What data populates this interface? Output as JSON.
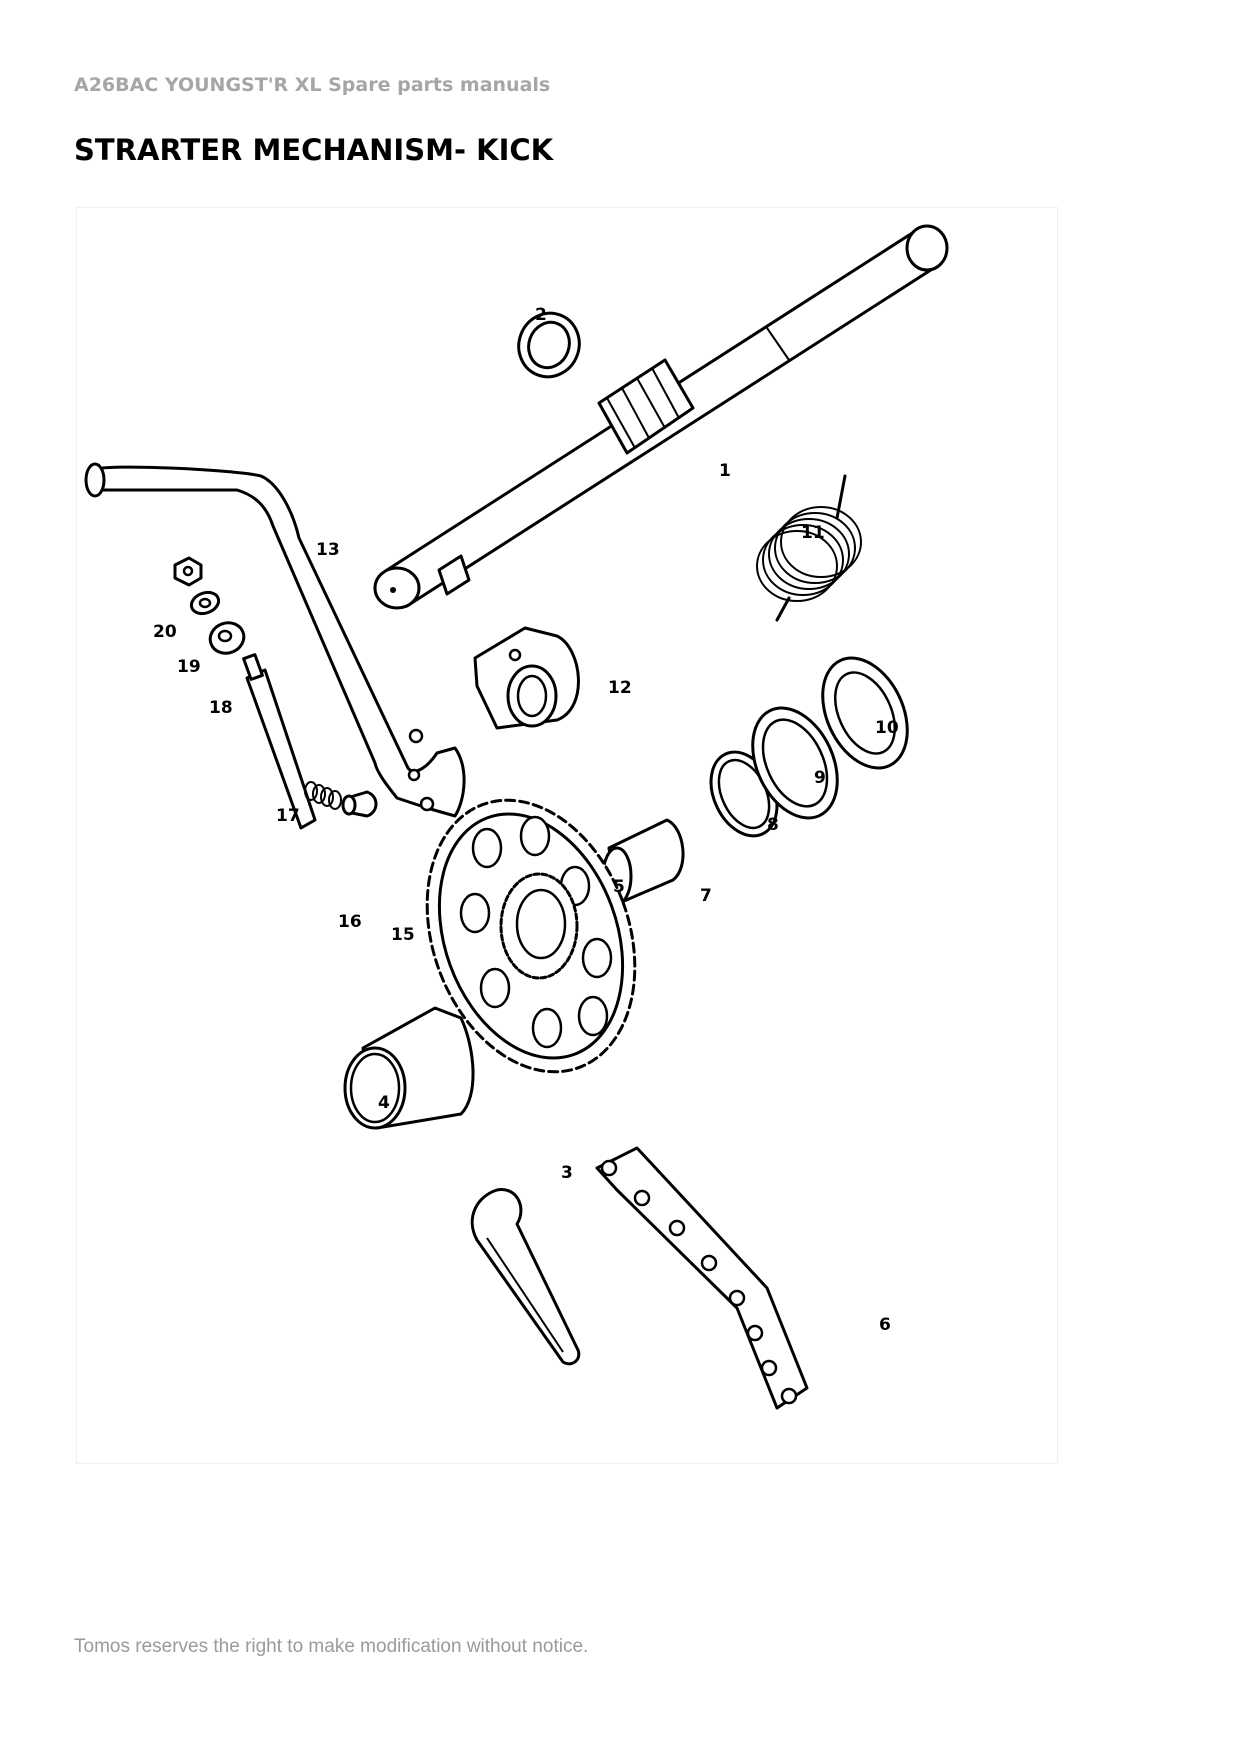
{
  "header": {
    "text": "A26BAC YOUNGST'R XL  Spare parts manuals"
  },
  "title": "STRARTER MECHANISM- KICK",
  "diagram": {
    "callouts": [
      "1",
      "2",
      "3",
      "4",
      "5",
      "6",
      "7",
      "8",
      "9",
      "10",
      "11",
      "12",
      "13",
      "15",
      "16",
      "17",
      "18",
      "19",
      "20"
    ]
  },
  "footer": {
    "text": "Tomos reserves the right to make modification without notice."
  }
}
